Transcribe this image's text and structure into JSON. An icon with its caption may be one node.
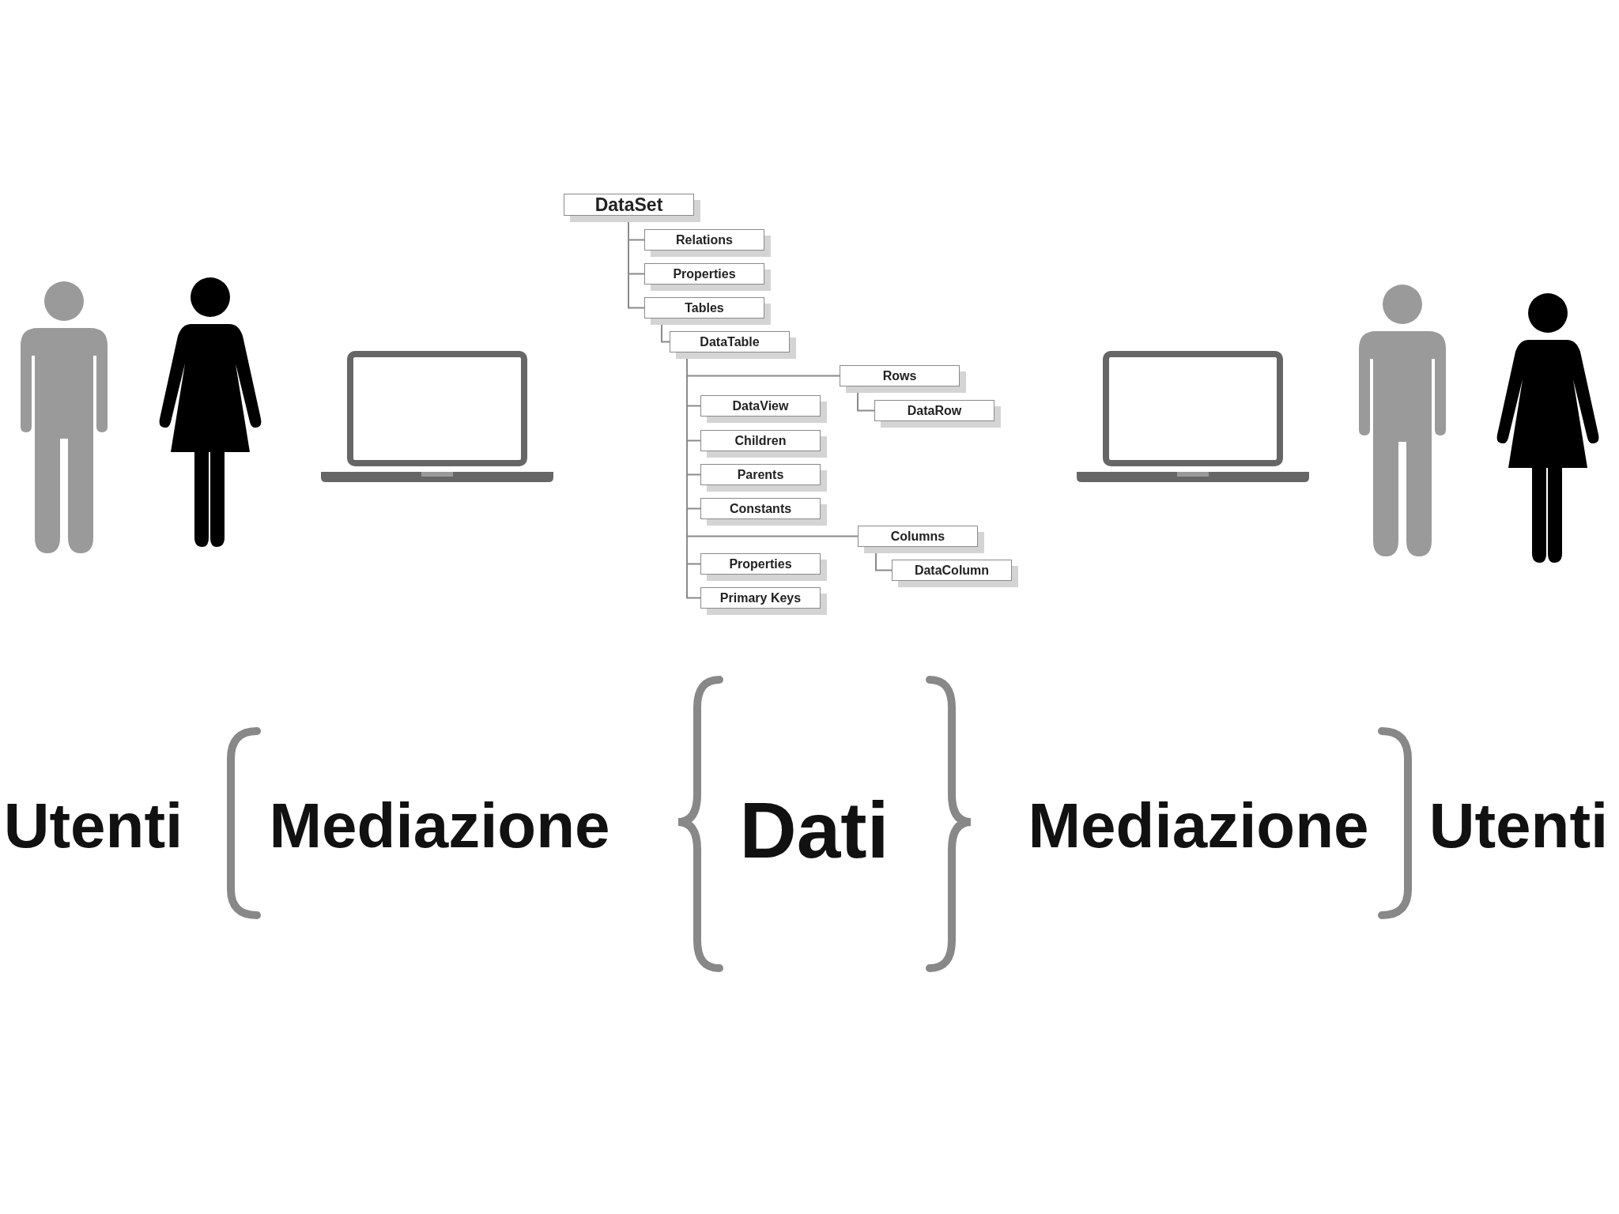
{
  "diagram": {
    "nodes": [
      {
        "text": [
          "DataSet"
        ]
      },
      {
        "text": [
          "Relations"
        ]
      },
      {
        "text": [
          "Properties"
        ]
      },
      {
        "text": [
          "Tables"
        ]
      },
      {
        "text": [
          "DataTable"
        ]
      },
      {
        "text": [
          "Rows"
        ]
      },
      {
        "text": [
          "DataRow"
        ]
      },
      {
        "text": [
          "DataView"
        ]
      },
      {
        "text": [
          "Children"
        ]
      },
      {
        "text": [
          "Parents"
        ]
      },
      {
        "text": [
          "Constants"
        ]
      },
      {
        "text": [
          "Columns"
        ]
      },
      {
        "text": [
          "DataColumn"
        ]
      },
      {
        "text": [
          "Properties"
        ]
      },
      {
        "text": [
          "Primary Keys"
        ]
      }
    ],
    "edges": [
      {
        "from": 0,
        "to": 1,
        "arrow": "none"
      },
      {
        "from": 0,
        "to": 2,
        "arrow": "none"
      },
      {
        "from": 0,
        "to": 3,
        "arrow": "none"
      },
      {
        "from": 3,
        "to": 4,
        "arrow": "none"
      },
      {
        "from": 4,
        "to": 5,
        "arrow": "none"
      },
      {
        "from": 5,
        "to": 6,
        "arrow": "none"
      },
      {
        "from": 4,
        "to": 7,
        "arrow": "none"
      },
      {
        "from": 4,
        "to": 8,
        "arrow": "none"
      },
      {
        "from": 4,
        "to": 9,
        "arrow": "none"
      },
      {
        "from": 4,
        "to": 10,
        "arrow": "none"
      },
      {
        "from": 4,
        "to": 11,
        "arrow": "none"
      },
      {
        "from": 11,
        "to": 12,
        "arrow": "none"
      },
      {
        "from": 4,
        "to": 13,
        "arrow": "none"
      },
      {
        "from": 4,
        "to": 14,
        "arrow": "none"
      }
    ],
    "labels": [
      "Utenti",
      "Mediazione",
      "Dati",
      "Mediazione",
      "Utenti"
    ]
  }
}
